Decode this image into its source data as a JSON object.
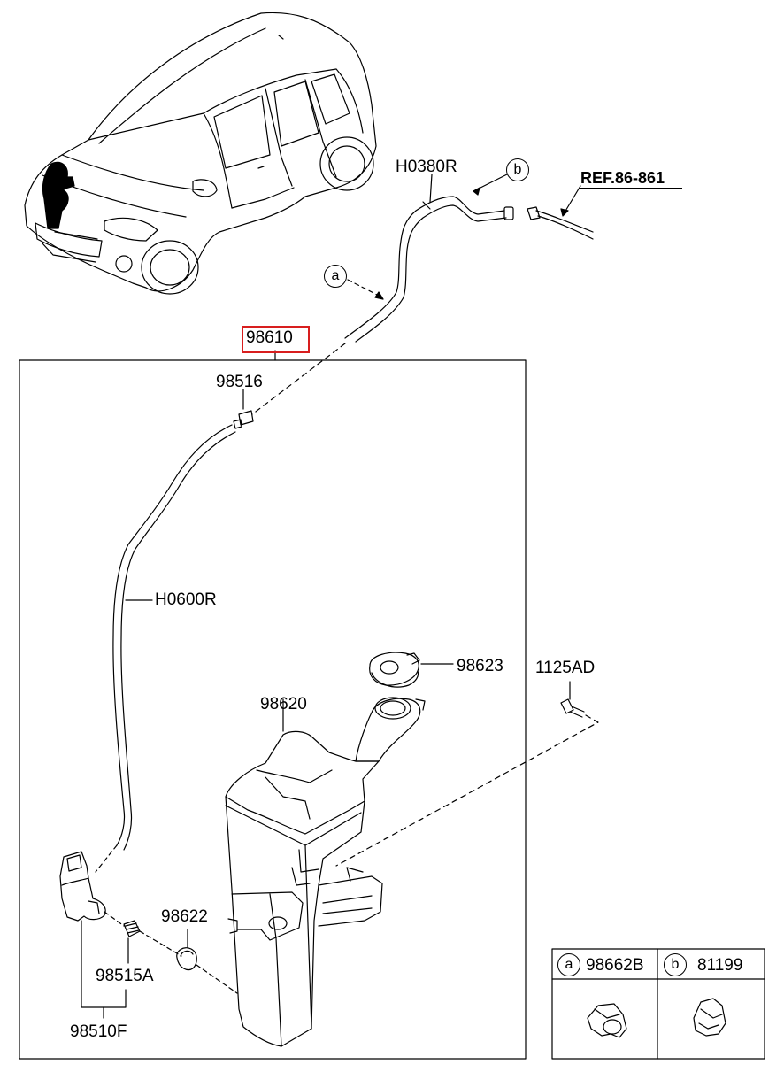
{
  "reference": "REF.86-861",
  "labels": {
    "assembly": "98610",
    "nozzle": "98516",
    "hose_upper": "H0380R",
    "hose_lower": "H0600R",
    "cap": "98623",
    "bolt": "1125AD",
    "reservoir": "98620",
    "grommet": "98622",
    "filter": "98515A",
    "pump": "98510F"
  },
  "callouts": {
    "a": "a",
    "b": "b"
  },
  "legend": [
    {
      "key": "a",
      "part": "98662B"
    },
    {
      "key": "b",
      "part": "81199"
    }
  ],
  "colors": {
    "highlight": "#d81e1e",
    "line": "#000000"
  }
}
